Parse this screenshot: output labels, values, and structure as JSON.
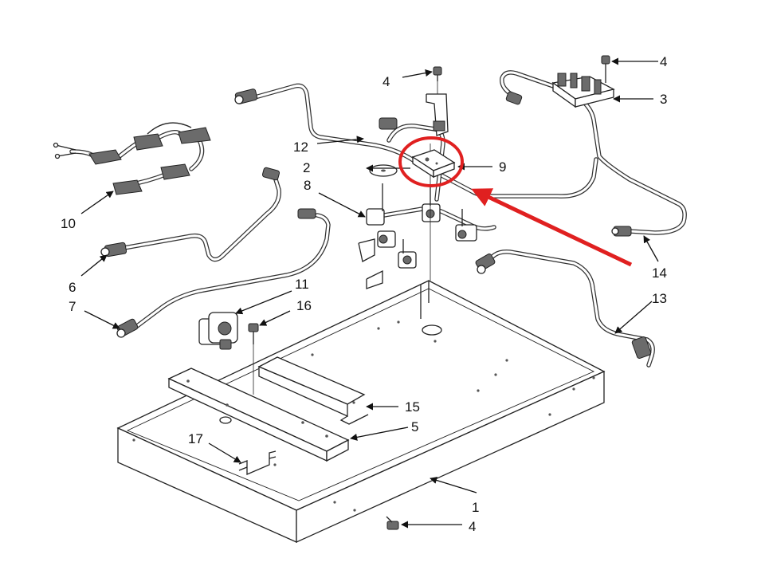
{
  "callouts": [
    {
      "id": "c1",
      "label": "1"
    },
    {
      "id": "c2",
      "label": "2"
    },
    {
      "id": "c3",
      "label": "3"
    },
    {
      "id": "c4a",
      "label": "4"
    },
    {
      "id": "c4b",
      "label": "4"
    },
    {
      "id": "c4c",
      "label": "4"
    },
    {
      "id": "c5",
      "label": "5"
    },
    {
      "id": "c6",
      "label": "6"
    },
    {
      "id": "c7",
      "label": "7"
    },
    {
      "id": "c8",
      "label": "8"
    },
    {
      "id": "c9",
      "label": "9"
    },
    {
      "id": "c10",
      "label": "10"
    },
    {
      "id": "c11",
      "label": "11"
    },
    {
      "id": "c12",
      "label": "12"
    },
    {
      "id": "c13",
      "label": "13"
    },
    {
      "id": "c14",
      "label": "14"
    },
    {
      "id": "c15",
      "label": "15"
    },
    {
      "id": "c16",
      "label": "16"
    },
    {
      "id": "c17",
      "label": "17"
    }
  ],
  "highlight": {
    "color": "#e02020",
    "target_part": "9"
  }
}
